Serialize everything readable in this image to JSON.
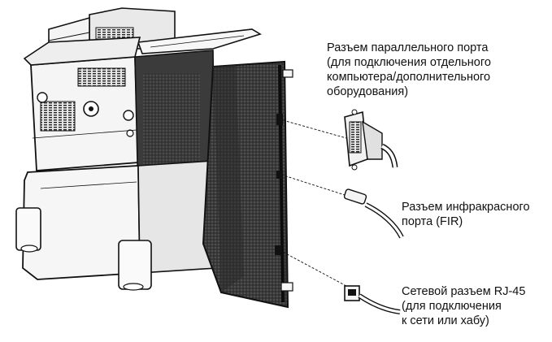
{
  "callouts": {
    "parallel": {
      "lines": [
        "Разъем параллельного порта",
        "(для подключения отдельного",
        "компьютера/дополнительного",
        "оборудования)"
      ]
    },
    "fir": {
      "lines": [
        "Разъем инфракрасного",
        "порта (FIR)"
      ]
    },
    "rj45": {
      "lines": [
        "Сетевой разъем RJ-45",
        "(для подключения",
        "к сети или хабу)"
      ]
    }
  },
  "colors": {
    "ink": "#111111",
    "panel_dark": "#2b2b2b",
    "body_light": "#f2f2f2"
  }
}
